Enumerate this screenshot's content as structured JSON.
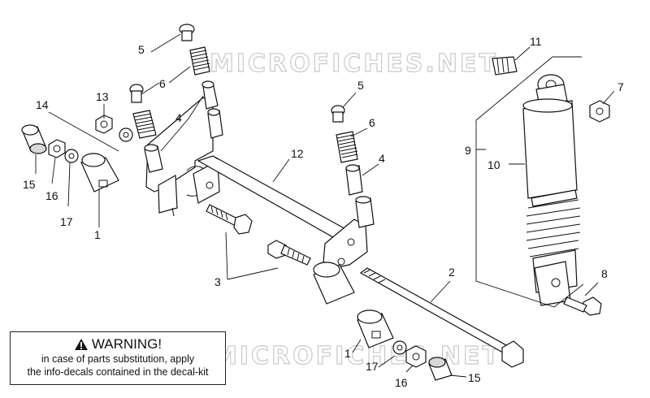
{
  "watermark": "MICROFICHES.NET",
  "warning": {
    "title": "WARNING!",
    "line1": "in case of parts substitution, apply",
    "line2": "the info-decals contained in the decal-kit"
  },
  "callouts": {
    "c5a": "5",
    "c6a": "6",
    "c4a": "4",
    "c13": "13",
    "c14": "14",
    "c15a": "15",
    "c16a": "16",
    "c17a": "17",
    "c1a": "1",
    "c12": "12",
    "c3": "3",
    "c5b": "5",
    "c6b": "6",
    "c4b": "4",
    "c11": "11",
    "c7": "7",
    "c9": "9",
    "c10": "10",
    "c8": "8",
    "c2": "2",
    "c1b": "1",
    "c17b": "17",
    "c16b": "16",
    "c15b": "15"
  }
}
